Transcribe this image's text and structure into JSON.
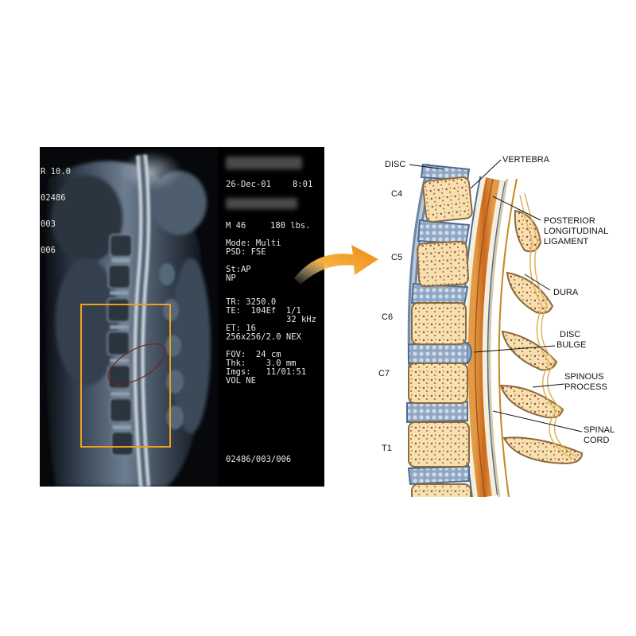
{
  "mri": {
    "header_lines": [
      "R 10.0",
      "02486",
      "003",
      "006"
    ],
    "date": "26-Dec-01",
    "time": "8:01",
    "patient": "M 46",
    "weight": "180 lbs.",
    "mode": "Mode: Multi",
    "psd": "PSD: FSE",
    "st": "St:AP",
    "np": "NP",
    "tr": "TR: 3250.0",
    "te": "TE:  104Ef  1/1",
    "te2": "32 kHz",
    "et": "ET: 16",
    "matrix": "256x256/2.0 NEX",
    "fov": "FOV:  24 cm",
    "thk": "Thk:    3.0 mm",
    "imgs": "Imgs:   11/01:51",
    "vol": "VOL NE",
    "footer": "02486/003/006"
  },
  "diagram": {
    "labels": {
      "disc": "DISC",
      "vertebra": "VERTEBRA",
      "c4": "C4",
      "c5": "C5",
      "c6": "C6",
      "c7": "C7",
      "t1": "T1",
      "posterior": "POSTERIOR",
      "longitudinal": "LONGITUDINAL",
      "ligament": "LIGAMENT",
      "dura": "DURA",
      "disc2": "DISC",
      "bulge": "BULGE",
      "spinous": "SPINOUS",
      "process": "PROCESS",
      "spinal": "SPINAL",
      "cord": "CORD"
    }
  },
  "colors": {
    "highlight_box": "#f0a020",
    "arrow": "#f08a10",
    "bone": "#f3e2b0",
    "marrow": "#b23a3a",
    "disc": "#7f9fc0",
    "cord": "#d8842a"
  }
}
